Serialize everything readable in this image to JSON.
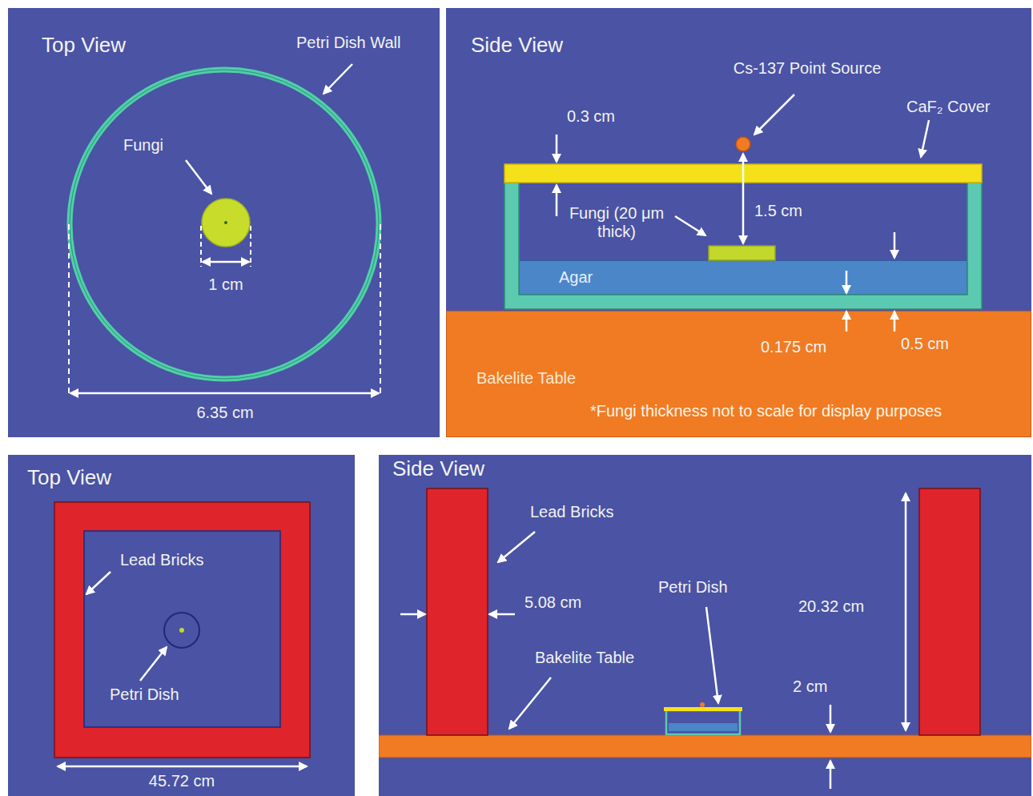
{
  "diagram": {
    "nodes": [
      {
        "text": [
          "Top View"
        ]
      },
      {
        "text": [
          "Side View"
        ]
      },
      {
        "text": [
          "Agar"
        ],
        "in": 1
      },
      {
        "text": [
          "Bakelite Table",
          "*Fungi thickness not to scale for display purposes"
        ],
        "in": 1
      },
      {
        "text": [
          "Top View"
        ]
      },
      {
        "text": [
          "Side View"
        ]
      }
    ],
    "labels": [
      "Petri Dish Wall",
      "Fungi",
      "1 cm",
      "6.35 cm",
      "Cs-137 Point Source",
      "CaF₂ Cover",
      "0.3 cm",
      "Fungi (20 μm thick)",
      "1.5 cm",
      "0.175 cm",
      "0.5 cm",
      "Lead Bricks",
      "Petri Dish",
      "45.72 cm",
      "Lead Bricks",
      "5.08 cm",
      "Petri Dish",
      "Bakelite Table",
      "20.32 cm",
      "2 cm"
    ]
  }
}
